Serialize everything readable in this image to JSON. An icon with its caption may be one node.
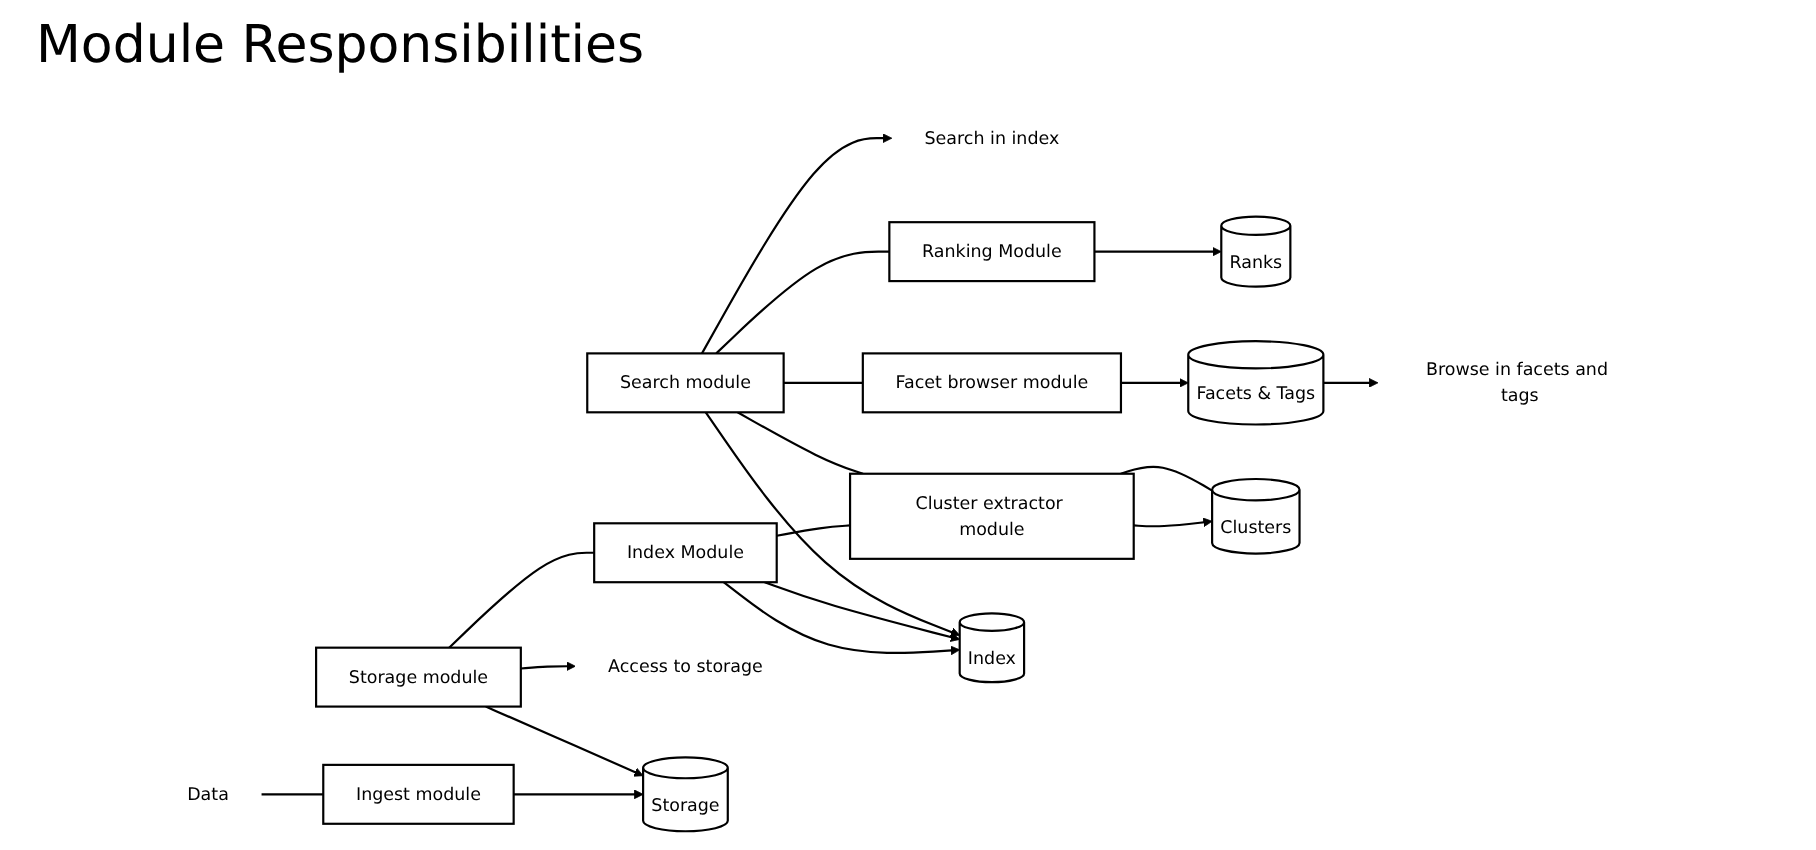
{
  "diagram": {
    "title": "Module Responsibilities",
    "nodes": [
      {
        "text": [
          "Data"
        ]
      },
      {
        "text": [
          "Ingest module"
        ]
      },
      {
        "text": [
          "Storage"
        ]
      },
      {
        "text": [
          "Storage module"
        ]
      },
      {
        "text": [
          "Access to storage"
        ]
      },
      {
        "text": [
          "Index Module"
        ]
      },
      {
        "text": [
          "Index"
        ]
      },
      {
        "text": [
          "Ranks"
        ]
      },
      {
        "text": [
          "Search module"
        ]
      },
      {
        "text": [
          "Search in index"
        ]
      },
      {
        "text": [
          "Ranking Module"
        ]
      },
      {
        "text": [
          "Facet browser module"
        ]
      },
      {
        "text": [
          "Facets & Tags"
        ]
      },
      {
        "text": [
          "Browse in facets and tags"
        ]
      },
      {
        "text": [
          "Cluster extractor module"
        ]
      },
      {
        "text": [
          "Clusters"
        ]
      }
    ],
    "edges": [
      {
        "from": 0,
        "to": 1,
        "arrow": "none"
      },
      {
        "from": 1,
        "to": 2,
        "arrow": "to"
      },
      {
        "from": 3,
        "to": 4,
        "arrow": "to"
      },
      {
        "from": 3,
        "to": 2,
        "arrow": "to"
      },
      {
        "from": 3,
        "to": 5,
        "arrow": "none"
      },
      {
        "from": 5,
        "to": 6,
        "arrow": "to"
      },
      {
        "from": 5,
        "to": 6,
        "arrow": "to"
      },
      {
        "from": 5,
        "to": 14,
        "arrow": "none"
      },
      {
        "from": 8,
        "to": 9,
        "arrow": "to"
      },
      {
        "from": 8,
        "to": 6,
        "arrow": "to"
      },
      {
        "from": 8,
        "to": 10,
        "arrow": "none"
      },
      {
        "from": 10,
        "to": 7,
        "arrow": "to"
      },
      {
        "from": 8,
        "to": 11,
        "arrow": "none"
      },
      {
        "from": 8,
        "to": 14,
        "arrow": "none"
      },
      {
        "from": 11,
        "to": 12,
        "arrow": "to"
      },
      {
        "from": 12,
        "to": 13,
        "arrow": "to"
      },
      {
        "from": 14,
        "to": 15,
        "arrow": "to"
      },
      {
        "from": 14,
        "to": 15,
        "arrow": "none"
      }
    ]
  }
}
